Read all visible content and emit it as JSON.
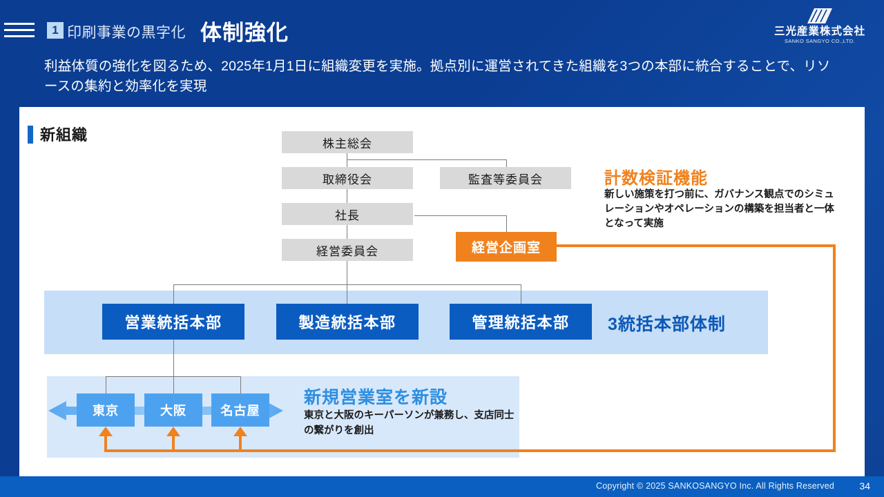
{
  "header": {
    "badge_number": "1",
    "kicker": "印刷事業の黒字化",
    "title": "体制強化",
    "subtitle": "利益体質の強化を図るため、2025年1月1日に組織変更を実施。拠点別に運営されてきた組織を3つの本部に統合することで、リソースの集約と効率化を実現",
    "menu_icon": "hamburger-icon"
  },
  "logo": {
    "mark": "sanko-logo-mark",
    "name_jp": "三光産業株式会社",
    "name_en": "SANKO SANGYO CO.,LTD."
  },
  "section": {
    "title": "新組織"
  },
  "org_chart": {
    "shareholders_meeting": "株主総会",
    "board_of_directors": "取締役会",
    "audit_committee": "監査等委員会",
    "president": "社長",
    "management_committee": "経営委員会",
    "planning_office": "経営企画室"
  },
  "divisions": {
    "items": [
      {
        "label": "営業統括本部"
      },
      {
        "label": "製造統括本部"
      },
      {
        "label": "管理統括本部"
      }
    ],
    "caption": "3統括本部体制"
  },
  "branches": {
    "items": [
      {
        "label": "東京"
      },
      {
        "label": "大阪"
      },
      {
        "label": "名古屋"
      }
    ],
    "title": "新規営業室を新設",
    "body": "東京と大阪のキーパーソンが兼務し、支店同士の繋がりを創出"
  },
  "callout": {
    "title": "計数検証機能",
    "body": "新しい施策を打つ前に、ガバナンス観点でのシミュレーションやオペレーションの構築を担当者と一体となって実施"
  },
  "footer": {
    "copyright": "Copyright © 2025  SANKOSANGYO Inc. All Rights Reserved",
    "page_number": "34"
  },
  "colors": {
    "header_navy": "#0b3d92",
    "footer_blue": "#0a5fc0",
    "accent_orange": "#f0821e",
    "division_blue": "#0b5cc0",
    "branch_blue": "#4da2f0",
    "band_light": "#c6def7",
    "band_lighter": "#d8e8fb",
    "gray_box": "#d9d9d9"
  }
}
